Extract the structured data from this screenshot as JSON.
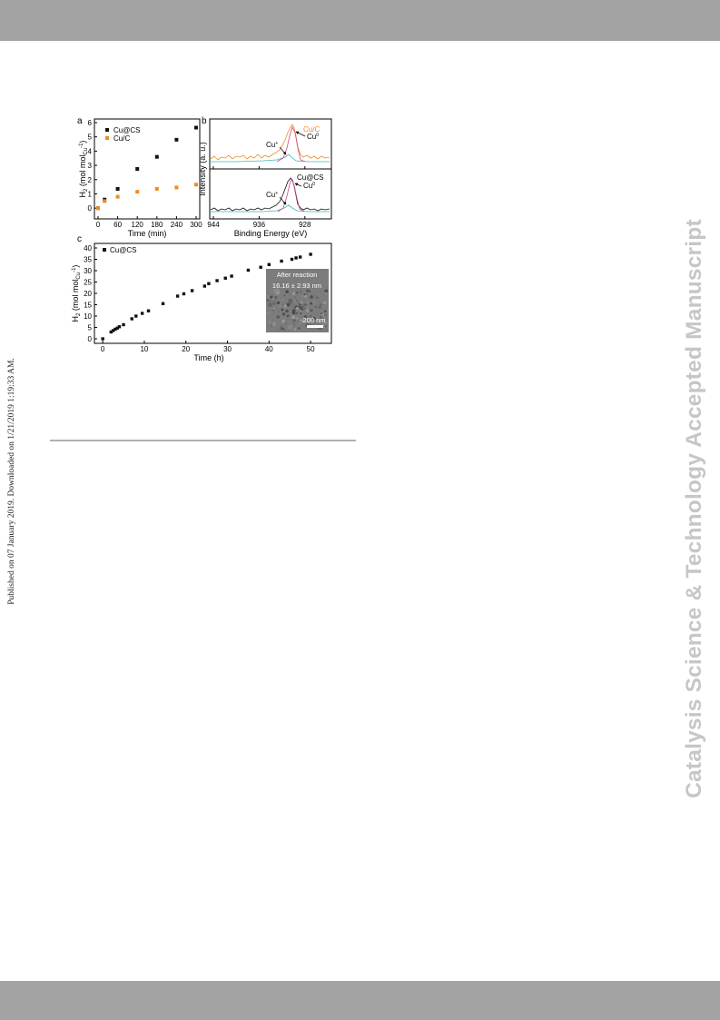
{
  "side_text": "Published on 07 January 2019. Downloaded on 1/21/2019 1:19:33 AM.",
  "watermark": "Catalysis Science & Technology Accepted Manuscript",
  "colors": {
    "band": "#a3a3a3",
    "cu_cs": "#111111",
    "cu_c": "#f08a24",
    "fit_cyan": "#3ab7c2",
    "fit_pink": "#d04a8c",
    "watermark": "#c6c6c6"
  },
  "chart_data": [
    {
      "panel": "a",
      "type": "scatter",
      "xlabel": "Time (min)",
      "ylabel_main": "H",
      "ylabel_sub": "2",
      "ylabel_rest": " (mol mol",
      "ylabel_cu": "Cu",
      "ylabel_exp": "-1",
      "ylabel_close": ")",
      "xlim": [
        0,
        300
      ],
      "ylim": [
        -0.5,
        6
      ],
      "xticks": [
        0,
        60,
        120,
        180,
        240,
        300
      ],
      "yticks": [
        0,
        1,
        2,
        3,
        4,
        5,
        6
      ],
      "series": [
        {
          "name": "Cu@CS",
          "color": "#111111",
          "x": [
            0,
            20,
            60,
            120,
            180,
            240,
            300
          ],
          "y": [
            0,
            0.6,
            1.35,
            2.75,
            3.6,
            4.8,
            5.65
          ]
        },
        {
          "name": "Cu/C",
          "color": "#f08a24",
          "x": [
            0,
            20,
            60,
            120,
            180,
            240,
            300
          ],
          "y": [
            0,
            0.5,
            0.8,
            1.15,
            1.35,
            1.45,
            1.65
          ]
        }
      ]
    },
    {
      "panel": "b",
      "type": "line",
      "xlabel": "Binding Energy (eV)",
      "ylabel": "Intensity (a. u.)",
      "xlim": [
        944,
        924
      ],
      "xticks": [
        944,
        936,
        928
      ],
      "subplots": [
        {
          "name": "Cu/C",
          "label_color": "#f08a24",
          "annotations": [
            "Cu",
            "Cu"
          ],
          "ann_sup": [
            "+",
            "0"
          ]
        },
        {
          "name": "Cu@CS",
          "label_color": "#111111",
          "annotations": [
            "Cu",
            "Cu"
          ],
          "ann_sup": [
            "+",
            "0"
          ]
        }
      ]
    },
    {
      "panel": "c",
      "type": "scatter",
      "xlabel": "Time (h)",
      "ylabel_main": "H",
      "ylabel_sub": "2",
      "ylabel_rest": " (mol mol",
      "ylabel_cu": "Cu",
      "ylabel_exp": "-1",
      "ylabel_close": ")",
      "xlim": [
        -2,
        55
      ],
      "ylim": [
        -2,
        42
      ],
      "xticks": [
        0,
        10,
        20,
        30,
        40,
        50
      ],
      "yticks": [
        0,
        5,
        10,
        15,
        20,
        25,
        30,
        35,
        40
      ],
      "series": [
        {
          "name": "Cu@CS",
          "color": "#111111",
          "x": [
            0,
            2,
            2.5,
            3,
            3.5,
            4,
            5,
            7,
            8,
            9.5,
            11,
            14.5,
            18,
            19.5,
            21.5,
            24.5,
            25.5,
            27.5,
            29.5,
            31,
            35,
            38,
            40,
            43,
            45.5,
            46.5,
            47.5,
            50
          ],
          "y": [
            0,
            3,
            3.6,
            4.2,
            4.7,
            5.3,
            6.2,
            8.8,
            10,
            11.2,
            12.3,
            15.5,
            18.8,
            19.8,
            21.2,
            23.2,
            24.3,
            25.6,
            26.7,
            27.6,
            30.2,
            31.5,
            32.7,
            34.2,
            35,
            35.6,
            36,
            37.2
          ]
        }
      ],
      "inset": {
        "title": "After reaction",
        "size": "16.16 ± 2.93 nm",
        "scale": "200 nm"
      }
    }
  ]
}
